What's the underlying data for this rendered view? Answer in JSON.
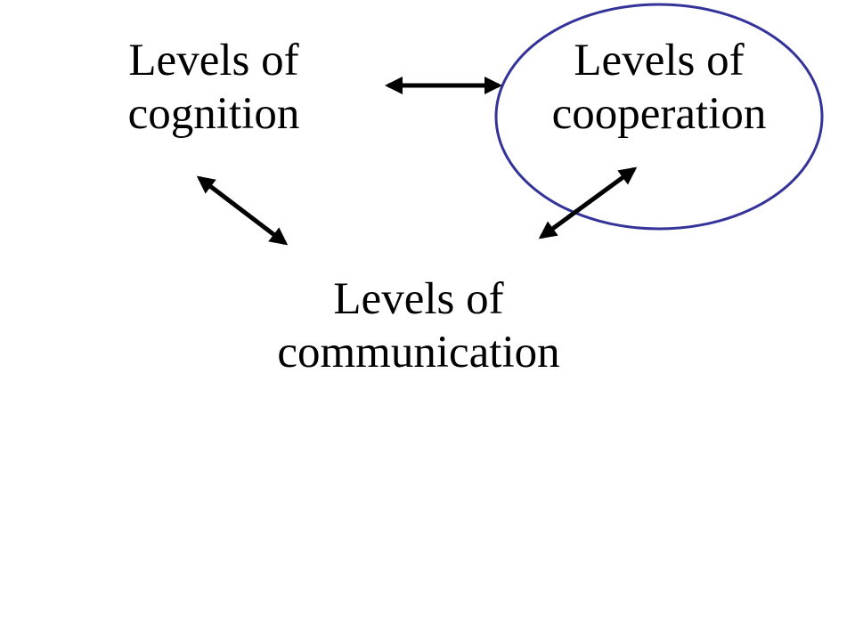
{
  "nodes": {
    "cognition": {
      "line1": "Levels of",
      "line2": "cognition"
    },
    "cooperation": {
      "line1": "Levels of",
      "line2": "cooperation"
    },
    "communication": {
      "line1": "Levels of",
      "line2": "communication"
    }
  },
  "colors": {
    "text": "#000000",
    "arrow": "#000000",
    "highlight_ellipse": "#333399",
    "background": "#ffffff"
  },
  "highlighted_node": "cooperation"
}
